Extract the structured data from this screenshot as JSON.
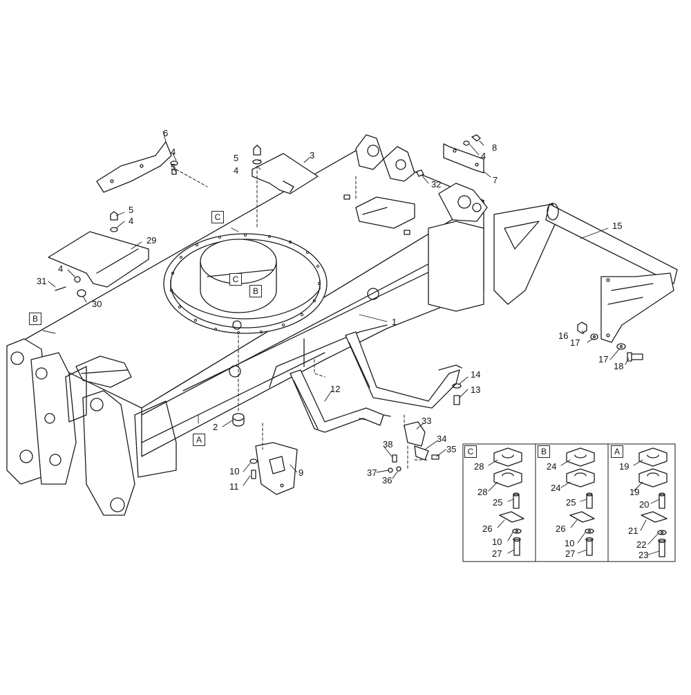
{
  "callouts": {
    "c1": "1",
    "c2": "2",
    "c3": "3",
    "c4a": "4",
    "c4b": "4",
    "c4c": "4",
    "c4d": "4",
    "c4e": "4",
    "c5a": "5",
    "c5b": "5",
    "c5c": "5",
    "c6": "6",
    "c7": "7",
    "c8": "8",
    "c9": "9",
    "c10a": "10",
    "c10b": "10",
    "c10c": "10",
    "c11": "11",
    "c12": "12",
    "c13": "13",
    "c14": "14",
    "c15": "15",
    "c16": "16",
    "c17a": "17",
    "c17b": "17",
    "c18": "18",
    "c19a": "19",
    "c19b": "19",
    "c20": "20",
    "c21": "21",
    "c22": "22",
    "c23": "23",
    "c24a": "24",
    "c24b": "24",
    "c25a": "25",
    "c25b": "25",
    "c26a": "26",
    "c26b": "26",
    "c27a": "27",
    "c27b": "27",
    "c28a": "28",
    "c28b": "28",
    "c29": "29",
    "c30": "30",
    "c31": "31",
    "c32": "32",
    "c33": "33",
    "c34": "34",
    "c35": "35",
    "c36": "36",
    "c37": "37",
    "c38": "38"
  },
  "view_labels": {
    "c_main": "C",
    "b_main": "B",
    "a_main": "A",
    "c_inner": "C",
    "b_inner": "B",
    "panel_c": "C",
    "panel_b": "B",
    "panel_a": "A"
  }
}
